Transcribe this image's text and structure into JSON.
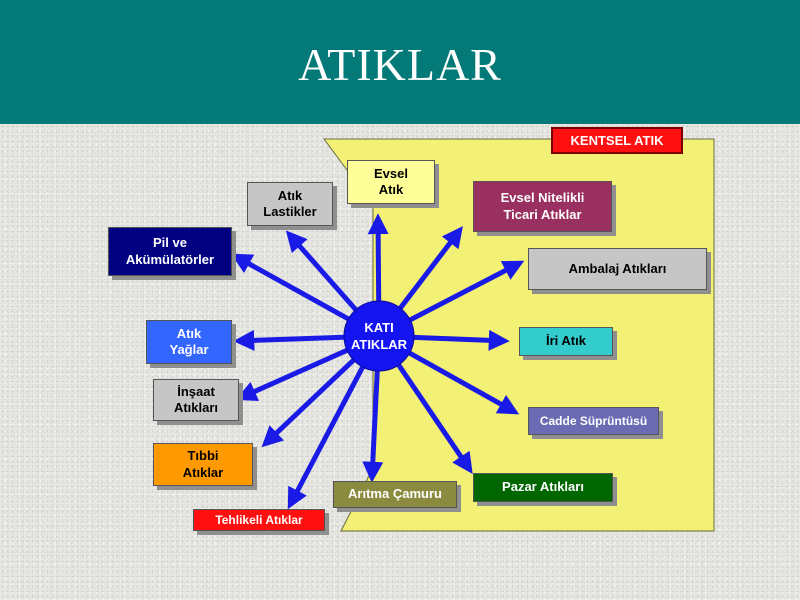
{
  "title": "ATIKLAR",
  "panel_label": "KENTSEL ATIK",
  "center": {
    "line1": "KATI",
    "line2": "ATIKLAR"
  },
  "nodes": {
    "evsel_atik": [
      "Evsel",
      "Atık"
    ],
    "evsel_nitelikli": [
      "Evsel Nitelikli",
      "Ticari Atıklar"
    ],
    "ambalaj": [
      "Ambalaj Atıkları"
    ],
    "iri_atik": [
      "İri Atık"
    ],
    "cadde": [
      "Cadde Süprüntüsü"
    ],
    "pazar": [
      "Pazar Atıkları"
    ],
    "aritma": [
      "Arıtma Çamuru"
    ],
    "tehlikeli": [
      "Tehlikeli Atıklar"
    ],
    "tibbi": [
      "Tıbbi",
      "Atıklar"
    ],
    "insaat": [
      "İnşaat",
      "Atıkları"
    ],
    "yaglar": [
      "Atık",
      "Yağlar"
    ],
    "pil": [
      "Pil ve",
      "Akümülatörler"
    ],
    "lastikler": [
      "Atık",
      "Lastikler"
    ]
  },
  "colors": {
    "title_bar": "#037a78",
    "panel": "#f2f075",
    "arrow": "#1a1ae6",
    "center": "#1414f0"
  }
}
